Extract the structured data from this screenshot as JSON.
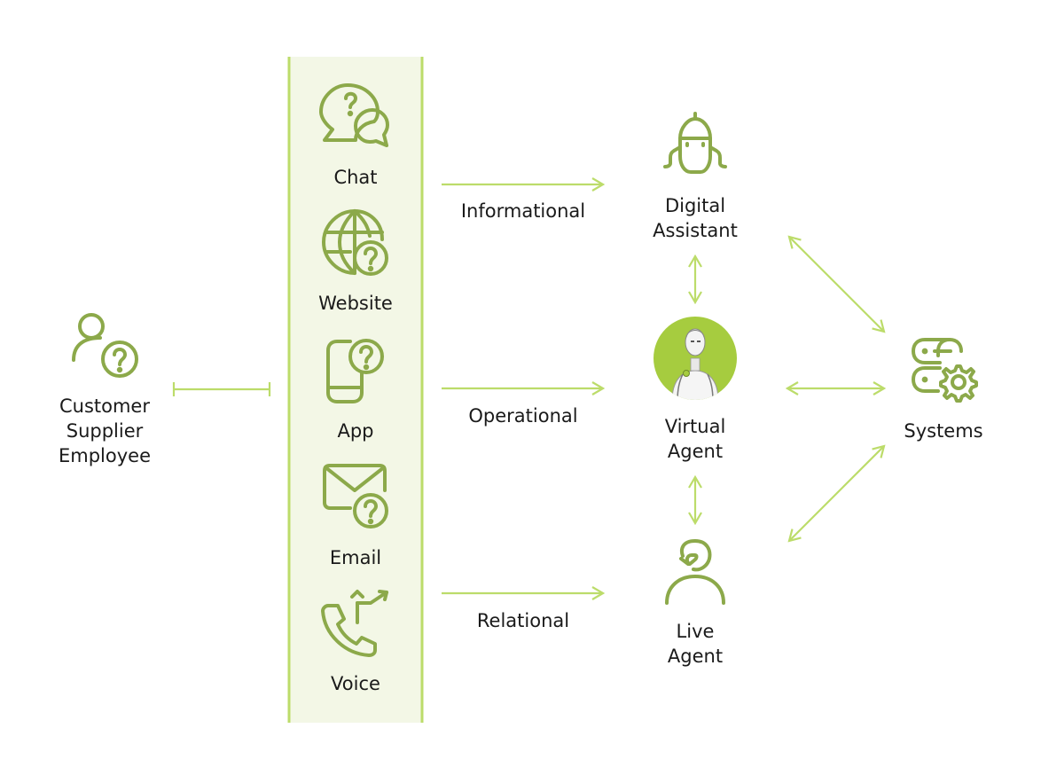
{
  "source": {
    "lines": [
      "Customer",
      "Supplier",
      "Employee"
    ]
  },
  "channels": [
    {
      "label": "Chat",
      "icon": "chat-question-icon"
    },
    {
      "label": "Website",
      "icon": "globe-question-icon"
    },
    {
      "label": "App",
      "icon": "phone-question-icon"
    },
    {
      "label": "Email",
      "icon": "envelope-question-icon"
    },
    {
      "label": "Voice",
      "icon": "phone-call-icon"
    }
  ],
  "flows": [
    "Informational",
    "Operational",
    "Relational"
  ],
  "agents": [
    {
      "lines": [
        "Digital",
        "Assistant"
      ],
      "icon": "robot-icon"
    },
    {
      "lines": [
        "Virtual",
        "Agent"
      ],
      "icon": "virtual-agent-avatar"
    },
    {
      "lines": [
        "Live",
        "Agent"
      ],
      "icon": "headset-person-icon"
    }
  ],
  "target": {
    "label": "Systems",
    "icon": "server-gear-icon"
  },
  "colors": {
    "icon": "#8ca94a",
    "arrow": "#bcdc6a",
    "channel_band": "#f3f7e6",
    "avatar_bg": "#a6cc3f",
    "text": "#1a1a1a"
  }
}
